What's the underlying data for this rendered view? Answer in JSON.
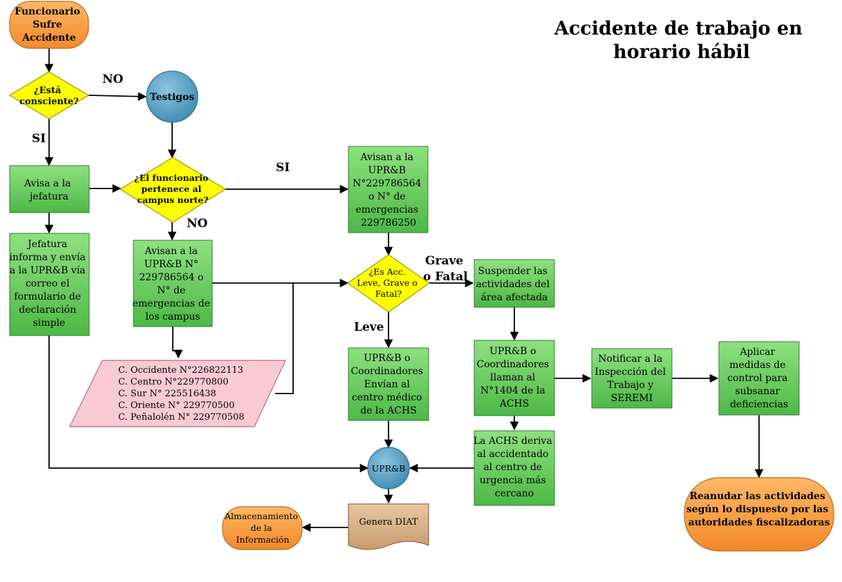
{
  "title_lines": [
    "Accidente de trabajo en",
    "horario hábil"
  ],
  "colors": {
    "start_orange": "#F7A044",
    "decision_yellow": "#FFFF00",
    "process_green": "#6FD06A",
    "circle_blue": "#5BA3C6",
    "data_pink": "#F9C9D4",
    "document_tan": "#D9B48C",
    "line": "#000000"
  },
  "nodes": {
    "start": {
      "shape": "terminal",
      "lines": [
        "Funcionario",
        "Sufre",
        "Accidente"
      ]
    },
    "conscious": {
      "shape": "decision",
      "lines": [
        "¿Está",
        "consciente?"
      ]
    },
    "witnesses": {
      "shape": "circle",
      "lines": [
        "Testigos"
      ]
    },
    "notify_boss": {
      "shape": "process",
      "lines": [
        "Avisa a la",
        "jefatura"
      ]
    },
    "boss_informs": {
      "shape": "process",
      "lines": [
        "Jefatura",
        "informa y envía",
        "a la UPR&B vía",
        "correo el",
        "formulario de",
        "declaración",
        "simple"
      ]
    },
    "north_campus": {
      "shape": "decision",
      "lines": [
        "¿El funcionario",
        "pertenece al",
        "campus norte?"
      ]
    },
    "notify_north": {
      "shape": "process",
      "lines": [
        "Avisan a la",
        "UPR&B",
        "N°229786564",
        "o N° de",
        "emergencias",
        "229786250"
      ]
    },
    "notify_campus": {
      "shape": "process",
      "lines": [
        "Avisan a la",
        "UPR&B N°",
        "229786564 o",
        "N° de",
        "emergencias de",
        "los campus"
      ]
    },
    "campus_numbers": {
      "shape": "data",
      "lines": [
        "C. Occidente N°226822113",
        "C. Centro N°229770800",
        "C. Sur N° 225516438",
        "C. Oriente N° 229770500",
        "C. Peñalolén N° 229770508"
      ]
    },
    "severity": {
      "shape": "decision",
      "lines": [
        "¿Es Acc.",
        "Leve, Grave o",
        "Fatal?"
      ]
    },
    "suspend": {
      "shape": "process",
      "lines": [
        "Suspender las",
        "actividades del",
        "área afectada"
      ]
    },
    "call_achs": {
      "shape": "process",
      "lines": [
        "UPR&B o",
        "Coordinadores",
        "llaman al",
        "N°1404 de la",
        "ACHS"
      ]
    },
    "notify_labor": {
      "shape": "process",
      "lines": [
        "Notificar a la",
        "Inspección del",
        "Trabajo y",
        "SEREMI"
      ]
    },
    "control": {
      "shape": "process",
      "lines": [
        "Aplicar",
        "medidas de",
        "control para",
        "subsanar",
        "deficiencias"
      ]
    },
    "resume": {
      "shape": "terminal",
      "lines": [
        "Reanudar las actividades",
        "según lo dispuesto por las",
        "autoridades fiscalizadoras"
      ]
    },
    "send_medical": {
      "shape": "process",
      "lines": [
        "UPR&B o",
        "Coordinadores",
        "Envían al",
        "centro médico",
        "de la ACHS"
      ]
    },
    "achs_derives": {
      "shape": "process",
      "lines": [
        "La ACHS deriva",
        "al accidentado",
        "al centro de",
        "urgencia más",
        "cercano"
      ]
    },
    "uprb": {
      "shape": "circle",
      "lines": [
        "UPR&B"
      ]
    },
    "diat": {
      "shape": "document",
      "lines": [
        "Genera DIAT"
      ]
    },
    "storage": {
      "shape": "terminal",
      "lines": [
        "Almacenamiento",
        "de la",
        "Información"
      ]
    }
  },
  "edge_labels": {
    "no_conscious": "NO",
    "si_conscious": "SI",
    "si_north": "SI",
    "no_north": "NO",
    "grave_fatal": [
      "Grave",
      "o Fatal"
    ],
    "leve": "Leve"
  }
}
